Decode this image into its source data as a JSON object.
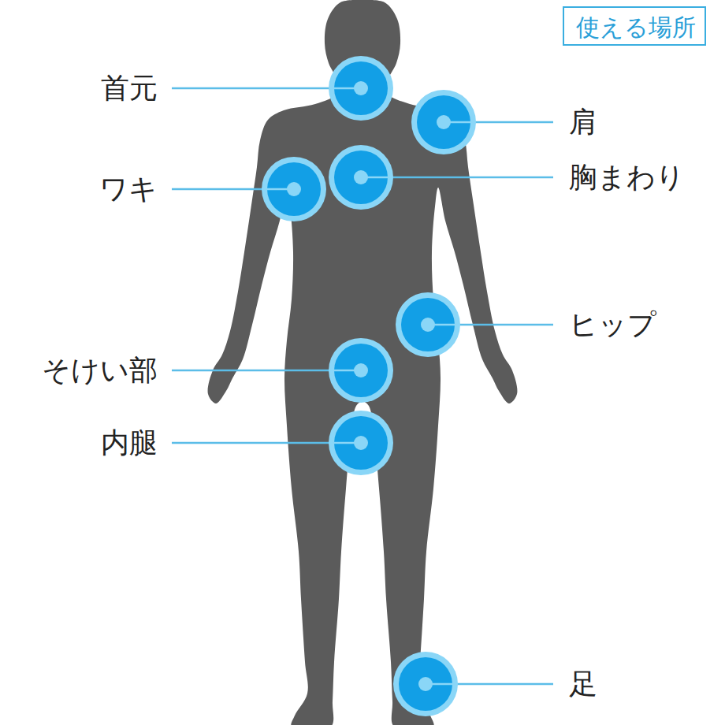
{
  "diagram": {
    "nodes": [
      {
        "text": [
          "使える場所"
        ]
      }
    ],
    "labels": [
      "首元",
      "肩",
      "ワキ",
      "胸まわり",
      "ヒップ",
      "そけい部",
      "内腿",
      "足"
    ]
  }
}
